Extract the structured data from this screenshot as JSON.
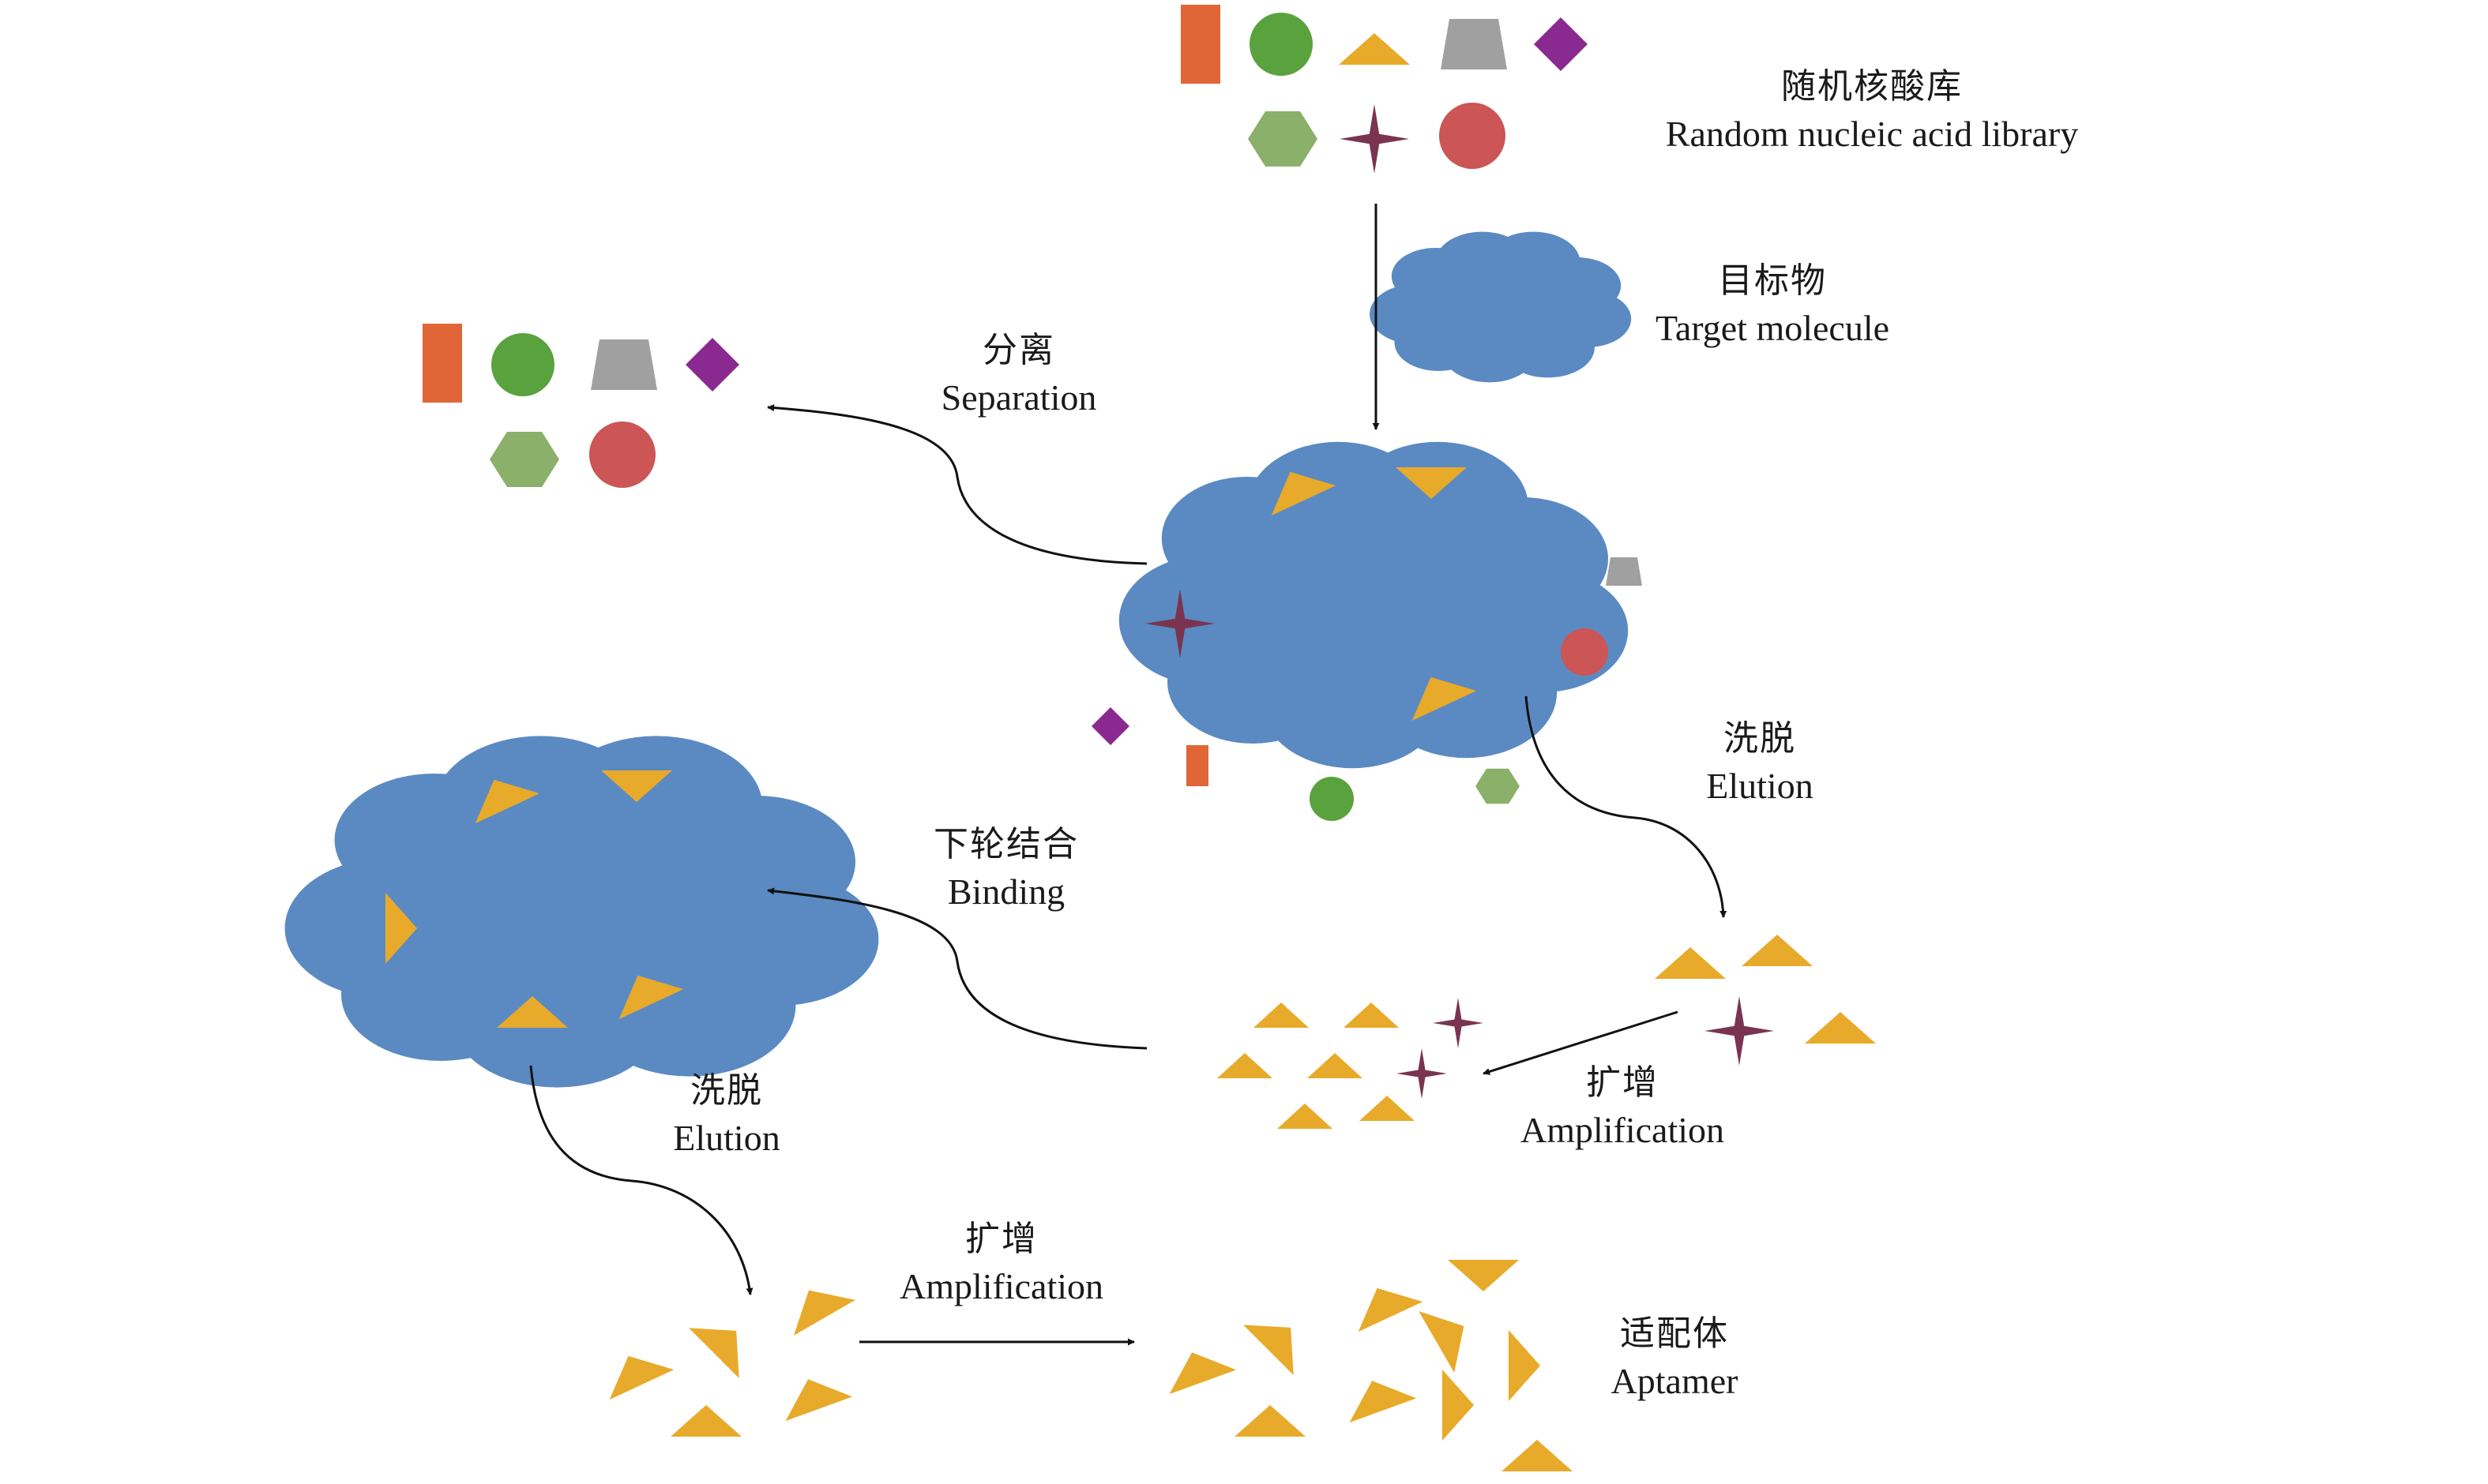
{
  "labels": {
    "library": {
      "zh": "随机核酸库",
      "en": "Random nucleic acid library"
    },
    "target": {
      "zh": "目标物",
      "en": "Target molecule"
    },
    "separation": {
      "zh": "分离",
      "en": "Separation"
    },
    "elution_1": {
      "zh": "洗脱",
      "en": "Elution"
    },
    "binding": {
      "zh": "下轮结合",
      "en": "Binding"
    },
    "amplification_1": {
      "zh": "扩增",
      "en": "Amplification"
    },
    "elution_2": {
      "zh": "洗脱",
      "en": "Elution"
    },
    "amplification_2": {
      "zh": "扩增",
      "en": "Amplification"
    },
    "aptamer": {
      "zh": "适配体",
      "en": "Aptamer"
    }
  },
  "colors": {
    "orange": "#e06637",
    "green": "#5aa23e",
    "yellow": "#e8aa2a",
    "gray": "#a0a0a0",
    "purple": "#8a2a90",
    "light_green": "#8ab06a",
    "star": "#7a3450",
    "red": "#cc5555",
    "cloud": "#5b8ac2",
    "arrow": "#111111"
  },
  "icons": {
    "library_shapes": [
      "rectangle",
      "circle",
      "triangle",
      "trapezoid",
      "diamond",
      "hexagon",
      "four-point-star",
      "circle"
    ],
    "target": "cloud",
    "aptamer": "triangle"
  }
}
